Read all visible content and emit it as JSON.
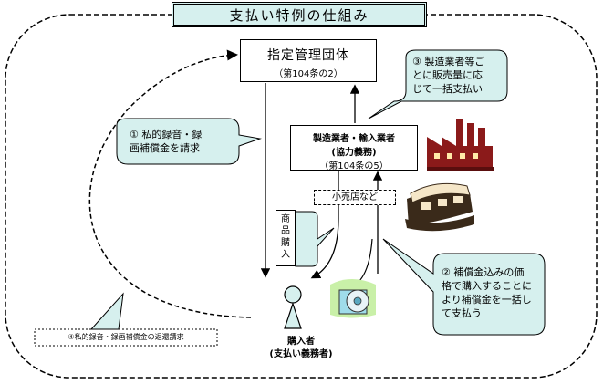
{
  "title": "支払い特例の仕組み",
  "org": {
    "name": "指定管理団体",
    "article": "（第104条の2）"
  },
  "maker": {
    "line1": "製造業者・輸入業者",
    "line2": "(協力義務)",
    "line3": "（第104条の5）"
  },
  "retail": "小売店など",
  "purchase": [
    "商",
    "品",
    "購",
    "入"
  ],
  "buyer": {
    "line1": "購入者",
    "line2": "(支払い義務者)"
  },
  "callout1": [
    "① 私的録音・録",
    "画補償金を請求"
  ],
  "callout2": [
    "② 補償金込みの価",
    "格で購入することに",
    "より補償金を一括し",
    "て支払う"
  ],
  "callout3": [
    "③ 製造業者等ご",
    "とに販売量に応",
    "じて一括支払い"
  ],
  "refund": "④私的録音・録画補償金の返還請求",
  "colors": {
    "title_bg": "#d6f0ee",
    "callout_bg": "#d6f0ee",
    "factory": "#8b1a1a"
  }
}
